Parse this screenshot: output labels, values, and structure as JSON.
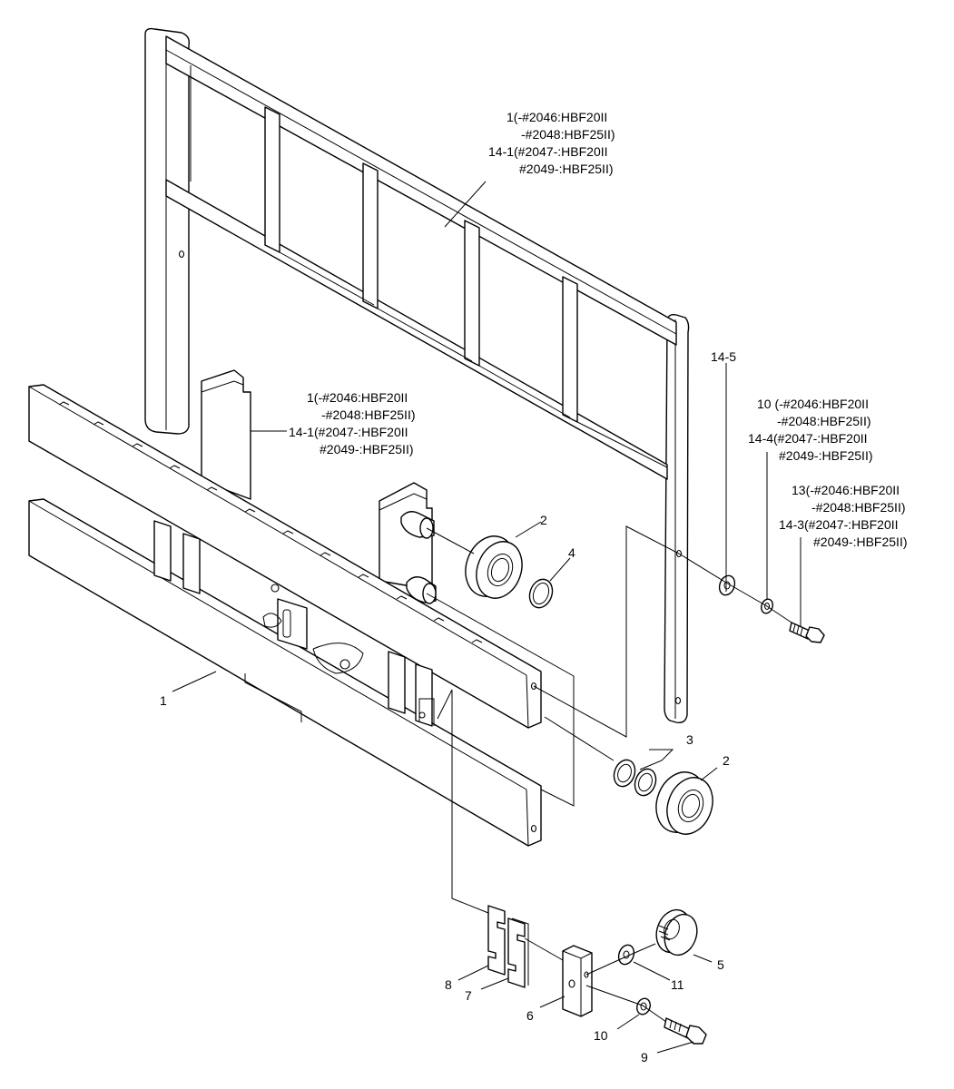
{
  "colors": {
    "line": "#000000",
    "background": "#ffffff"
  },
  "callouts": {
    "guard_top": [
      "1(-#2046:HBF20II",
      "-#2048:HBF25II)",
      "14-1(#2047-:HBF20II",
      "#2049-:HBF25II)"
    ],
    "guard_mid": [
      "1(-#2046:HBF20II",
      "-#2048:HBF25II)",
      "14-1(#2047-:HBF20II",
      "#2049-:HBF25II)"
    ],
    "c14_5": "14-5",
    "c10_top": [
      "10 (-#2046:HBF20II",
      "-#2048:HBF25II)",
      "14-4(#2047-:HBF20II",
      "#2049-:HBF25II)"
    ],
    "c13": [
      "13(-#2046:HBF20II",
      "-#2048:HBF25II)",
      "14-3(#2047-:HBF20II",
      "#2049-:HBF25II)"
    ],
    "c1": "1",
    "c2_upper": "2",
    "c4": "4",
    "c3": "3",
    "c2_lower": "2",
    "c8": "8",
    "c7": "7",
    "c6": "6",
    "c5": "5",
    "c11": "11",
    "c10": "10",
    "c9": "9"
  }
}
